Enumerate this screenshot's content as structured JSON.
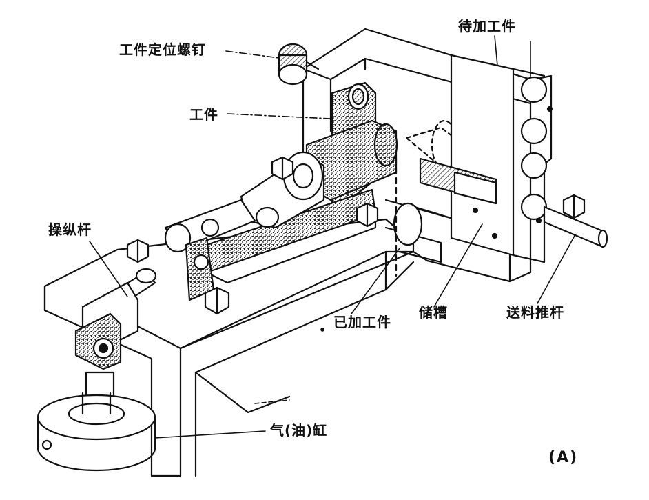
{
  "figure": {
    "label": "(A)"
  },
  "labels": {
    "pending_workpiece": "待加工件",
    "positioning_screw": "工件定位螺钉",
    "workpiece": "工件",
    "control_lever": "操纵杆",
    "processed_workpiece": "已加工件",
    "storage_chute": "储槽",
    "feed_push_rod": "送料推杆",
    "cylinder": "气(油)缸"
  },
  "colors": {
    "ink": "#111111",
    "paper": "#ffffff",
    "shade": "#3a3a3a"
  }
}
